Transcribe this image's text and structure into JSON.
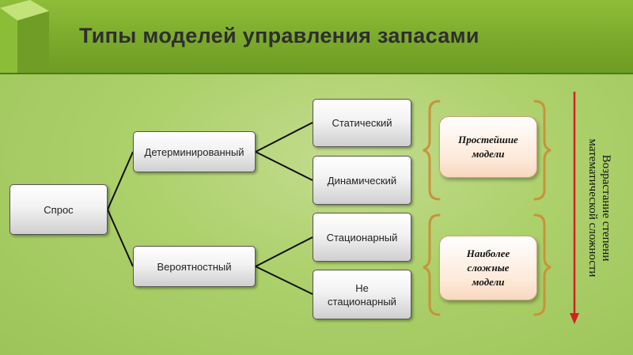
{
  "title": "Типы моделей управления запасами",
  "nodes": {
    "root": "Спрос",
    "deterministic": "Детерминированный",
    "probabilistic": "Вероятностный",
    "static": "Статический",
    "dynamic": "Динамический",
    "stationary": "Стационарный",
    "nonstationary_line1": "Не",
    "nonstationary_line2": "стационарный"
  },
  "results": {
    "simplest_line1": "Простейшие",
    "simplest_line2": "модели",
    "complex_line1": "Наиболее",
    "complex_line2": "сложные",
    "complex_line3": "модели"
  },
  "side_label": {
    "line1": "Возрастание степени",
    "line2": "математической сложности"
  },
  "colors": {
    "header": "#79a82a",
    "background": "#acd06a",
    "bracket": "#c8933a",
    "arrow": "#d42020"
  }
}
